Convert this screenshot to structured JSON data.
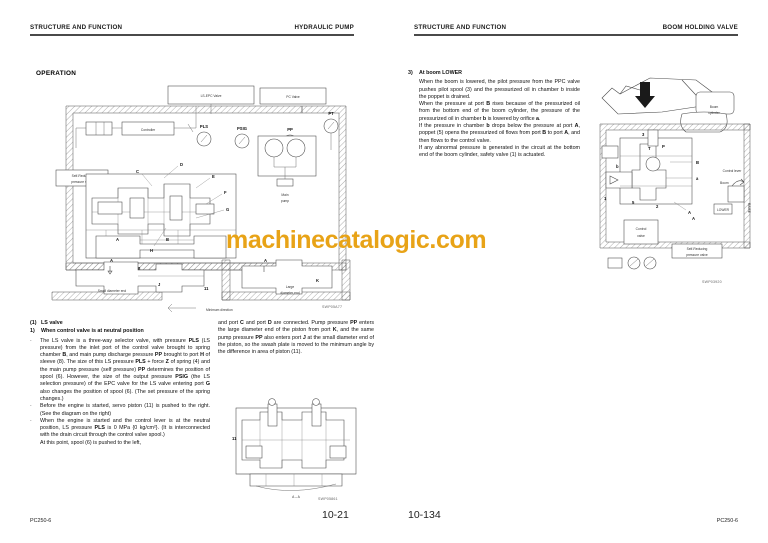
{
  "watermark": "machinecatalogic.com",
  "accent_color": "#E8A317",
  "left_page": {
    "header": {
      "left": "STRUCTURE AND FUNCTION",
      "right": "HYDRAULIC PUMP"
    },
    "section_title": "OPERATION",
    "diagram_labels": {
      "ls_epc_valve": "LS-EPC Valve",
      "pc_valve": "PC Valve",
      "controller": "Controller",
      "self_reducing": "Self-Reducing",
      "self_reducing2": "pressure valve",
      "main_pump": "Main",
      "main_pump2": "pump",
      "pls": "PLS",
      "psig": "PSIG",
      "pp": "PP",
      "pt": "PT",
      "small_end": "Small diameter end",
      "large_end": "Large diameter end",
      "min_direction": "Minimum direction",
      "section_aa": "A – A",
      "marks": [
        "A",
        "B",
        "C",
        "D",
        "E",
        "F",
        "G",
        "H",
        "J",
        "K",
        "T",
        "11",
        "6",
        "8",
        "4"
      ]
    },
    "figure_code_top": "SWP05A77",
    "figure_code_bottom": "SWP05861",
    "body": {
      "h1": {
        "num": "(1)",
        "text": "LS valve"
      },
      "h2": {
        "num": "1)",
        "text": "When control valve is at neutral position"
      },
      "para1_pre": "The LS valve is a three-way selector valve, with pressure ",
      "para1_b1": "PLS",
      "para1_m1": " (LS pressure) from the inlet port of the control valve brought to spring chamber ",
      "para1_b2": "B",
      "para1_m2": ", and main pump discharge pressure ",
      "para1_b3": "PP",
      "para1_m3": " brought to port ",
      "para1_b4": "H",
      "para1_m4": " of sleeve (8). The size of this LS pressure ",
      "para1_b5": "PLS",
      "para1_m5": " + force ",
      "para1_b6": "Z",
      "para1_m6": " of spring (4) and the main pump pressure (self pressure) ",
      "para1_b7": "PP",
      "para1_m7": " determines the position of spool (6). However, the size of the output pressure ",
      "para1_b8": "PSIG",
      "para1_m8": " (the LS selection pressure) of the EPC valve for the LS valve entering port ",
      "para1_b9": "G",
      "para1_m9": " also changes the position of spool (6). (The set pressure of the spring changes.)",
      "para2": "Before the engine is started, servo piston (11) is pushed to the right. (See the diagram on the right)",
      "para3_pre": "When the engine is started and the control lever is at the neutral position, LS pressure ",
      "para3_b1": "PLS",
      "para3_m1": " is 0 MPa {0 kg/cm²}. (It is interconnected with the drain circuit through the control valve spool.)",
      "para4": "At this point, spool (6) is pushed to the left,",
      "col2_pre": "and port ",
      "col2_b1": "C",
      "col2_m1": " and port ",
      "col2_b2": "D",
      "col2_m2": " are connected. Pump pressure ",
      "col2_b3": "PP",
      "col2_m3": " enters the large diameter end of the piston from port ",
      "col2_b4": "K",
      "col2_m4": ", and the same pump pressure ",
      "col2_b5": "PP",
      "col2_m5": " also enters port ",
      "col2_b6": "J",
      "col2_m6": " at the small diameter end of the piston, so the swash plate is moved to the minimum angle by the difference in area of piston (11)."
    },
    "footer_model": "PC250-6",
    "page_number": "10-21"
  },
  "right_page": {
    "header": {
      "left": "STRUCTURE AND FUNCTION",
      "right": "BOOM HOLDING VALVE"
    },
    "body": {
      "h1": {
        "num": "3)",
        "text": "At boom LOWER"
      },
      "para1": "When the boom is lowered, the pilot pressure from the PPC valve pushes pilot spool (3) and the pressurized oil in chamber b inside the poppet is drained.",
      "para2_pre": "When the pressure at port ",
      "para2_b1": "B",
      "para2_m1": " rises because of the pressurized oil from the bottom end of the boom cylinder, the pressure of the pressurized oil in chamber ",
      "para2_b2": "b",
      "para2_m2": " is lowered by orifice ",
      "para2_b3": "a",
      "para2_m3": ".",
      "para3_pre": "If the pressure in chamber ",
      "para3_b1": "b",
      "para3_m1": " drops below the pressure at port ",
      "para3_b2": "A",
      "para3_m2": ", poppet (5) opens the pressurized oil flows from port ",
      "para3_b3": "B",
      "para3_m3": " to port ",
      "para3_b4": "A",
      "para3_m4": ", and then flows to the control valve.",
      "para4": "If any abnormal pressure is generated in the circuit at the bottom end of the boom cylinder, safety valve (1) is actuated."
    },
    "diagram_labels": {
      "boom_cylinder": "Boom",
      "boom_cylinder2": "cylinder",
      "control_lever": "Control lever",
      "boom": "Boom",
      "lower": "LOWER",
      "raise": "RAISE",
      "control_valve": "Control",
      "control_valve2": "valve",
      "self_reducing": "Self-Reducing",
      "self_reducing2": "pressure valve",
      "marks": [
        "A",
        "B",
        "P",
        "T",
        "a",
        "b",
        "1",
        "2",
        "3",
        "4",
        "5"
      ]
    },
    "figure_code": "SWP03920",
    "footer_model": "PC250-6",
    "page_number": "10-134"
  }
}
